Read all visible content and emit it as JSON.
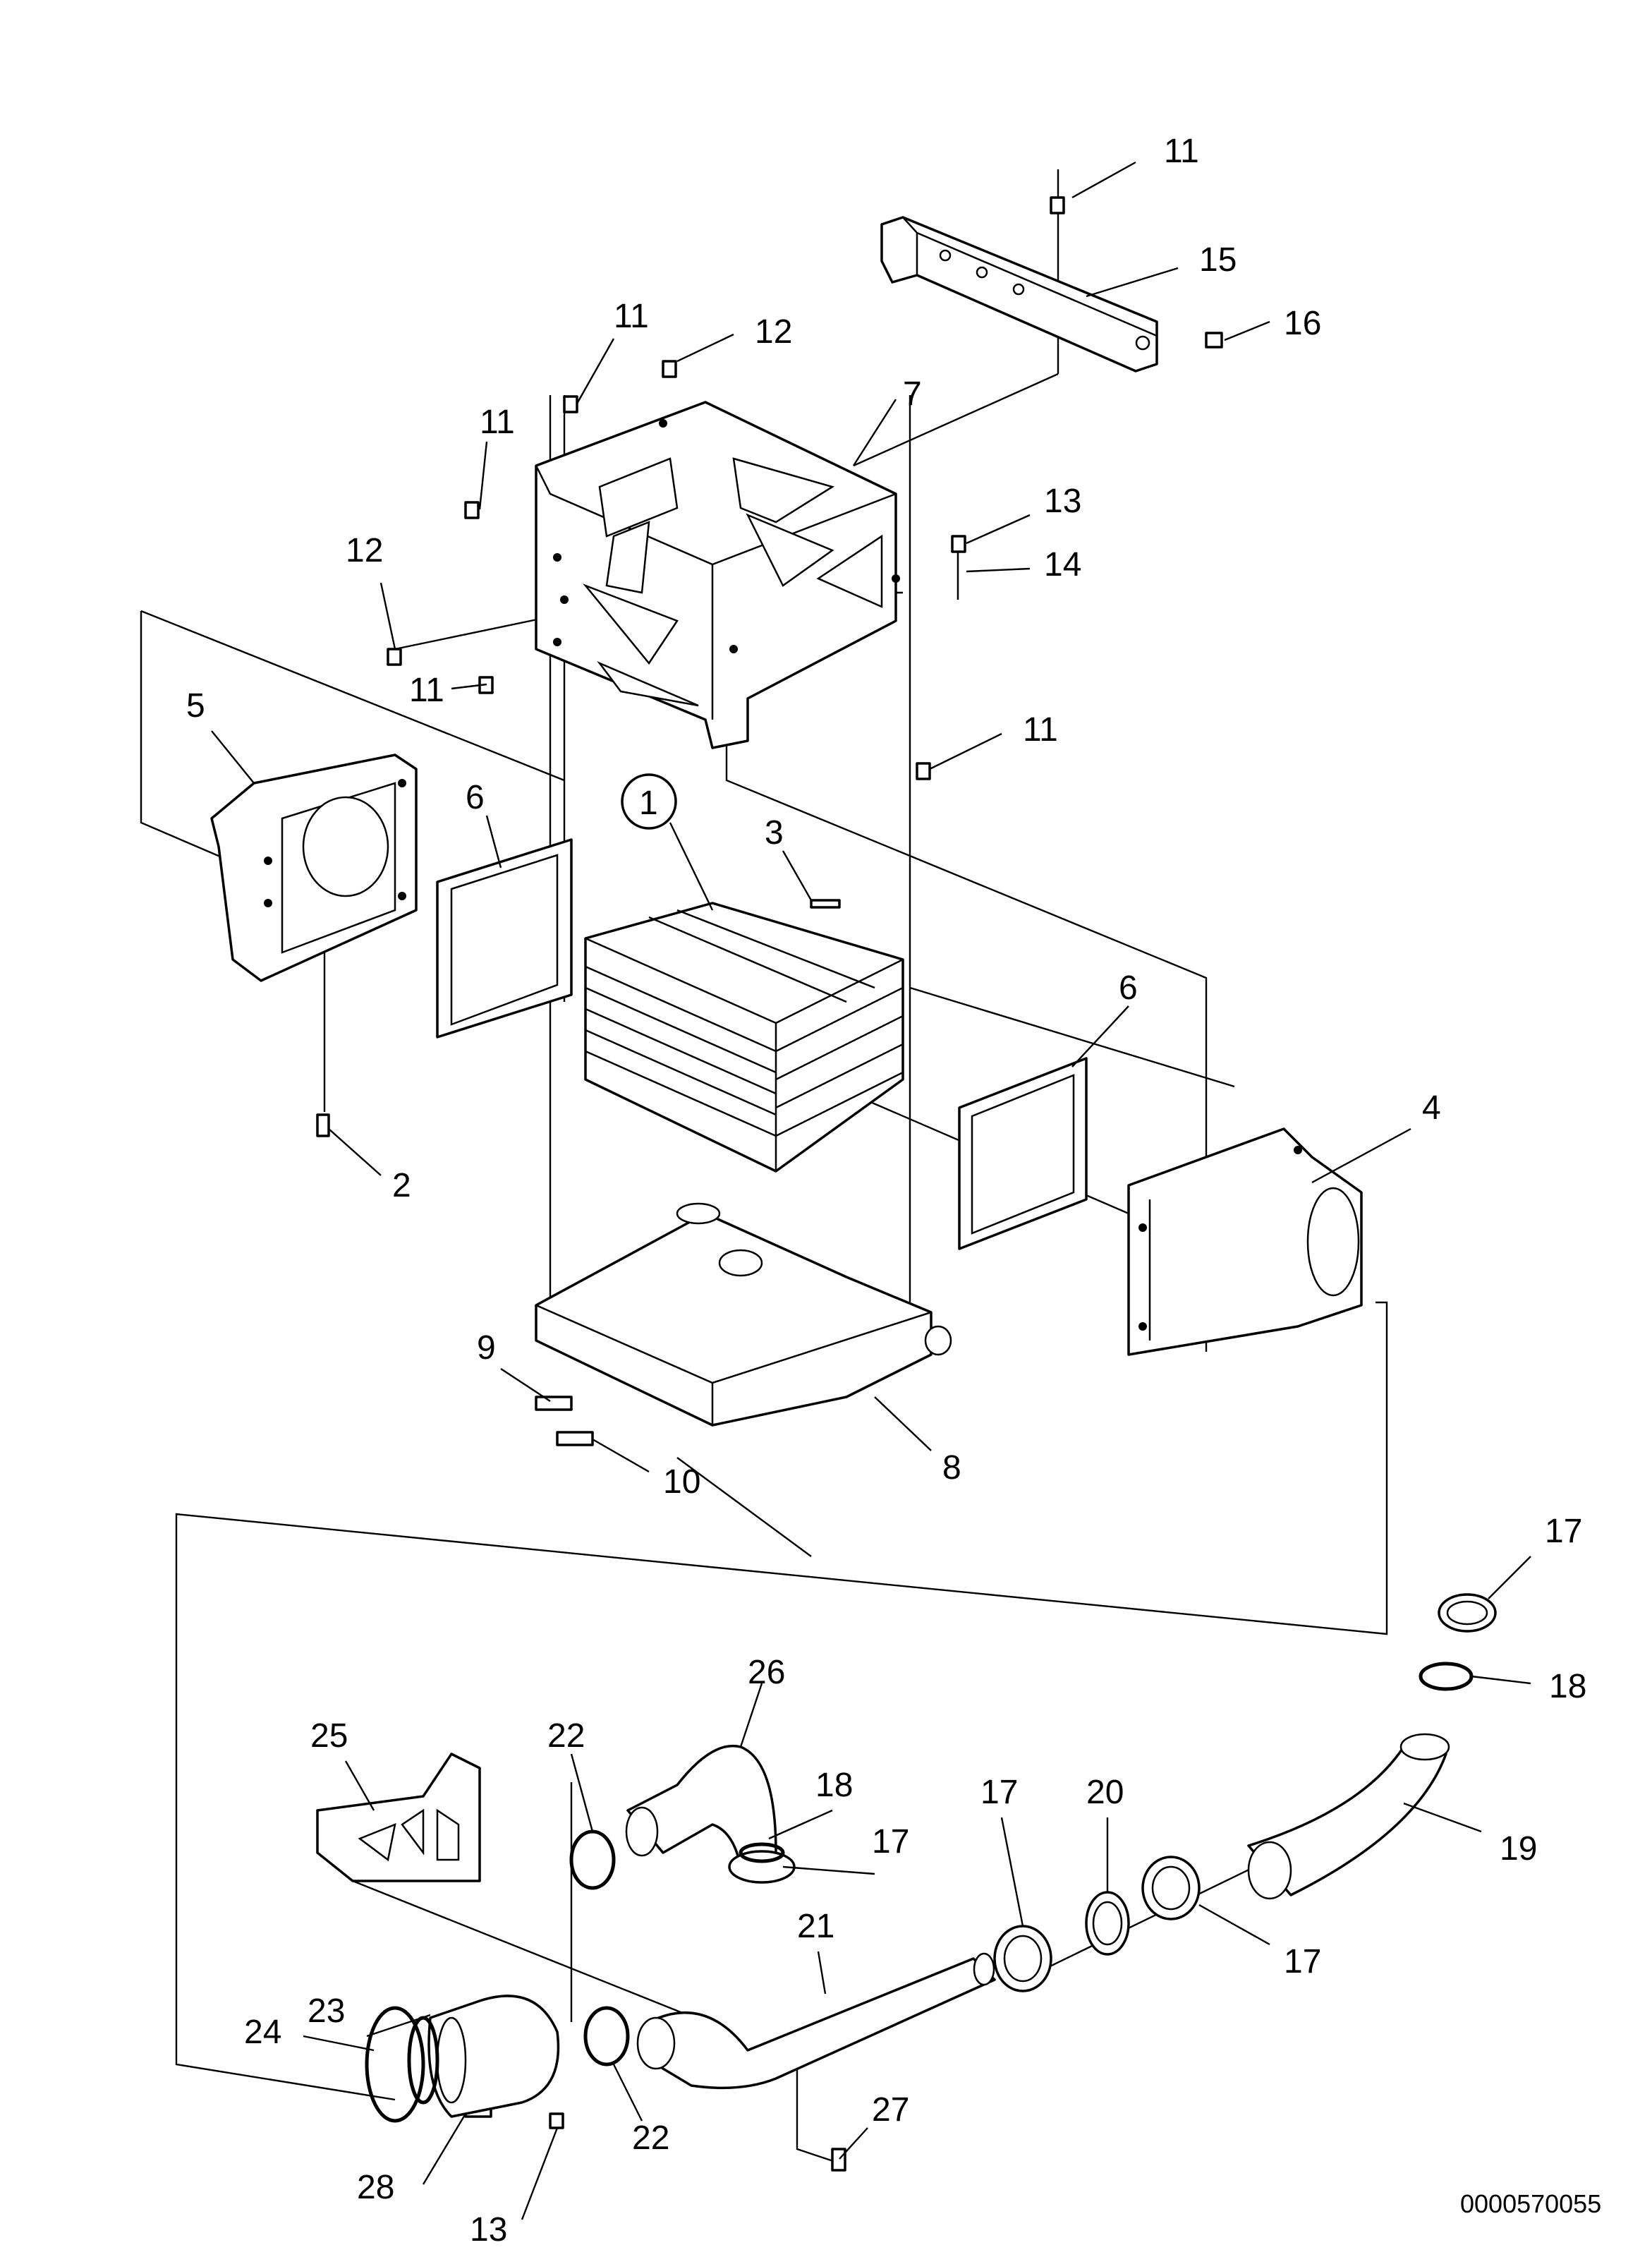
{
  "callouts": {
    "c1": "1",
    "c2": "2",
    "c3": "3",
    "c4": "4",
    "c5": "5",
    "c6a": "6",
    "c6b": "6",
    "c7": "7",
    "c8": "8",
    "c9": "9",
    "c10": "10",
    "c11a": "11",
    "c11b": "11",
    "c11c": "11",
    "c11d": "11",
    "c11e": "11",
    "c12a": "12",
    "c12b": "12",
    "c13a": "13",
    "c13b": "13",
    "c14": "14",
    "c15": "15",
    "c16": "16",
    "c17a": "17",
    "c17b": "17",
    "c17c": "17",
    "c17d": "17",
    "c18a": "18",
    "c18b": "18",
    "c19": "19",
    "c20": "20",
    "c21": "21",
    "c22a": "22",
    "c22b": "22",
    "c23": "23",
    "c24": "24",
    "c25": "25",
    "c26": "26",
    "c27": "27",
    "c28": "28"
  },
  "document_number": "0000570055"
}
